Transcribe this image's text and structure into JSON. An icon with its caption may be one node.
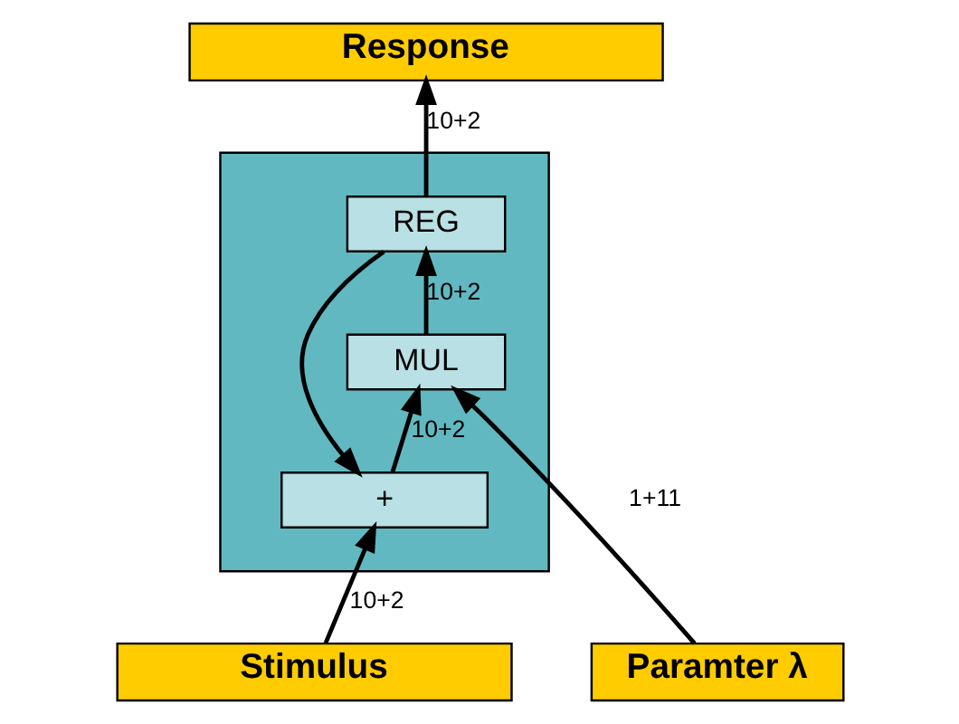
{
  "diagram": {
    "nodes": [
      {
        "text": [
          "Response"
        ]
      },
      {
        "text": [],
        "shape": "box"
      },
      {
        "text": [
          "REG"
        ],
        "in": 1
      },
      {
        "text": [
          "MUL"
        ],
        "in": 1
      },
      {
        "text": [
          "+"
        ],
        "in": 1
      },
      {
        "text": [
          "Stimulus"
        ]
      },
      {
        "text": [
          "Paramter λ"
        ]
      }
    ],
    "edges": [
      {
        "from": 2,
        "to": 0,
        "arrow": "to",
        "label": "10+2"
      },
      {
        "from": 2,
        "to": 4,
        "arrow": "to"
      },
      {
        "from": 3,
        "to": 2,
        "arrow": "to",
        "label": "10+2"
      },
      {
        "from": 4,
        "to": 3,
        "arrow": "to",
        "label": "10+2"
      },
      {
        "from": 5,
        "to": 4,
        "arrow": "to",
        "label": "10+2"
      },
      {
        "from": 6,
        "to": 3,
        "arrow": "to",
        "label": "1+11"
      }
    ]
  }
}
